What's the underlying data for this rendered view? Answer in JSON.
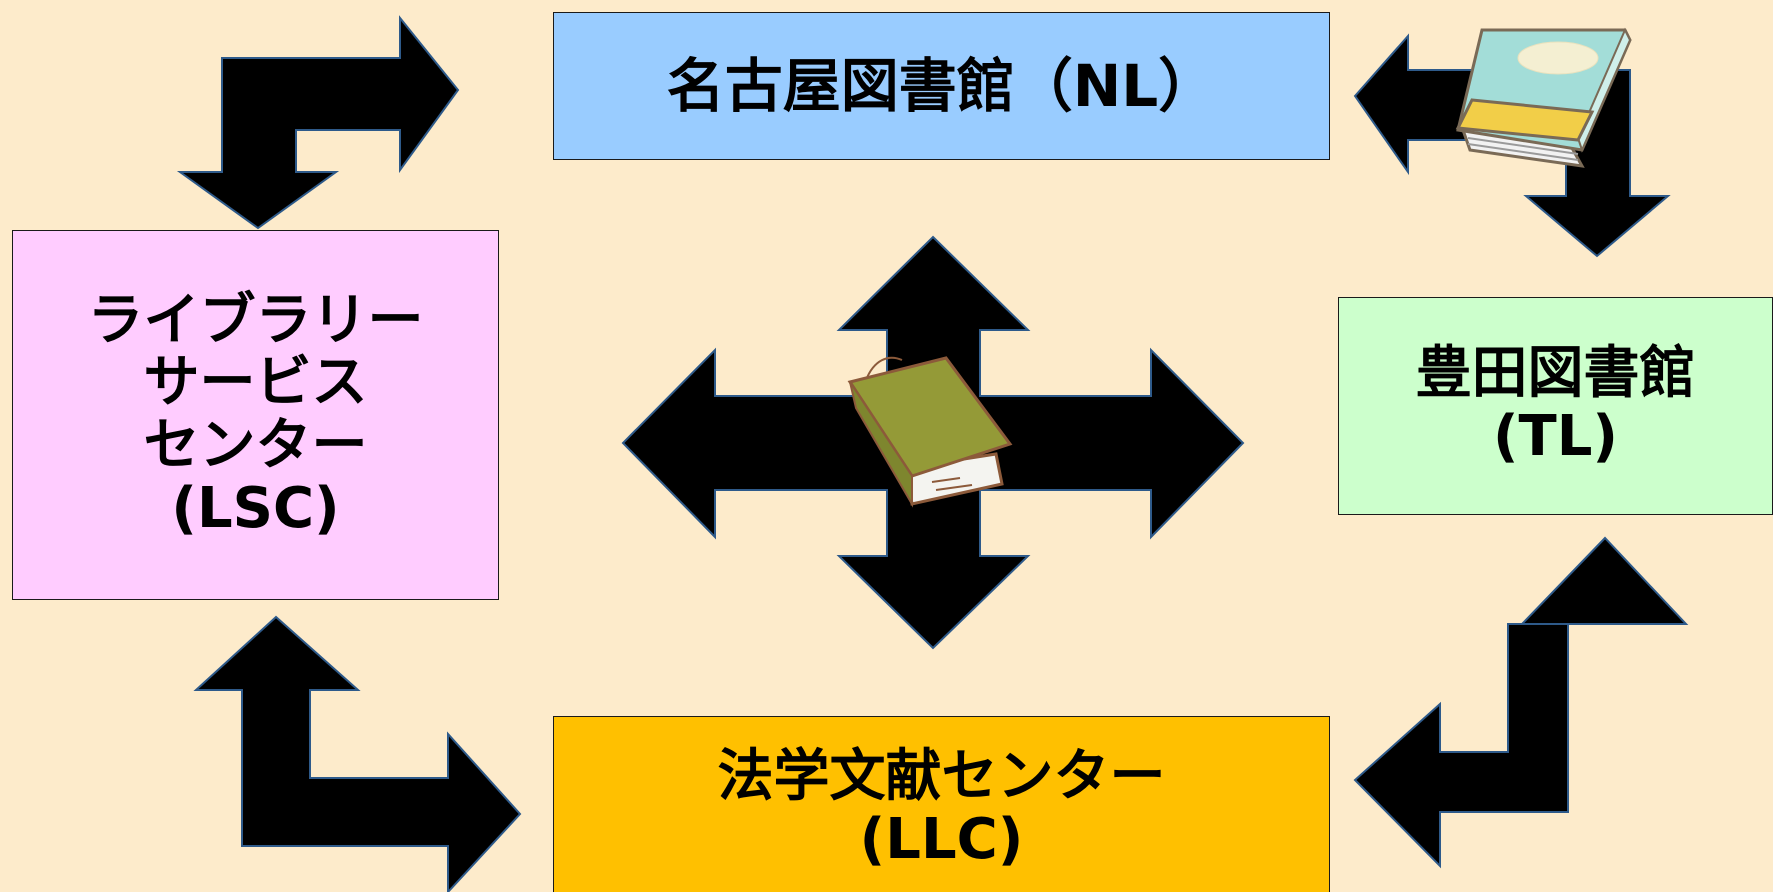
{
  "diagram": {
    "nodes": [
      {
        "id": "nl",
        "lines": [
          "名古屋図書館（NL）"
        ]
      },
      {
        "id": "lsc",
        "lines": [
          "ライブラリー",
          "サービス",
          "センター",
          "(LSC)"
        ]
      },
      {
        "id": "tl",
        "lines": [
          "豊田図書館",
          "(TL)"
        ]
      },
      {
        "id": "llc",
        "lines": [
          "法学文献センター",
          "(LLC)"
        ]
      }
    ],
    "connections": [
      {
        "from": "lsc",
        "to": "nl",
        "direction": "bidirectional"
      },
      {
        "from": "nl",
        "to": "tl",
        "direction": "bidirectional"
      },
      {
        "from": "lsc",
        "to": "llc",
        "direction": "bidirectional"
      },
      {
        "from": "tl",
        "to": "llc",
        "direction": "bidirectional"
      }
    ],
    "center_hub": {
      "direction": "four-way"
    },
    "decorations": [
      "book-icon-teal",
      "book-icon-olive"
    ]
  },
  "colors": {
    "background": "#FDEBCB",
    "nl": "#99CCFF",
    "lsc": "#FFCCFF",
    "tl": "#CCFFCC",
    "llc": "#FFC000",
    "arrow_fill": "#000000",
    "arrow_stroke": "#2E5A8A"
  }
}
